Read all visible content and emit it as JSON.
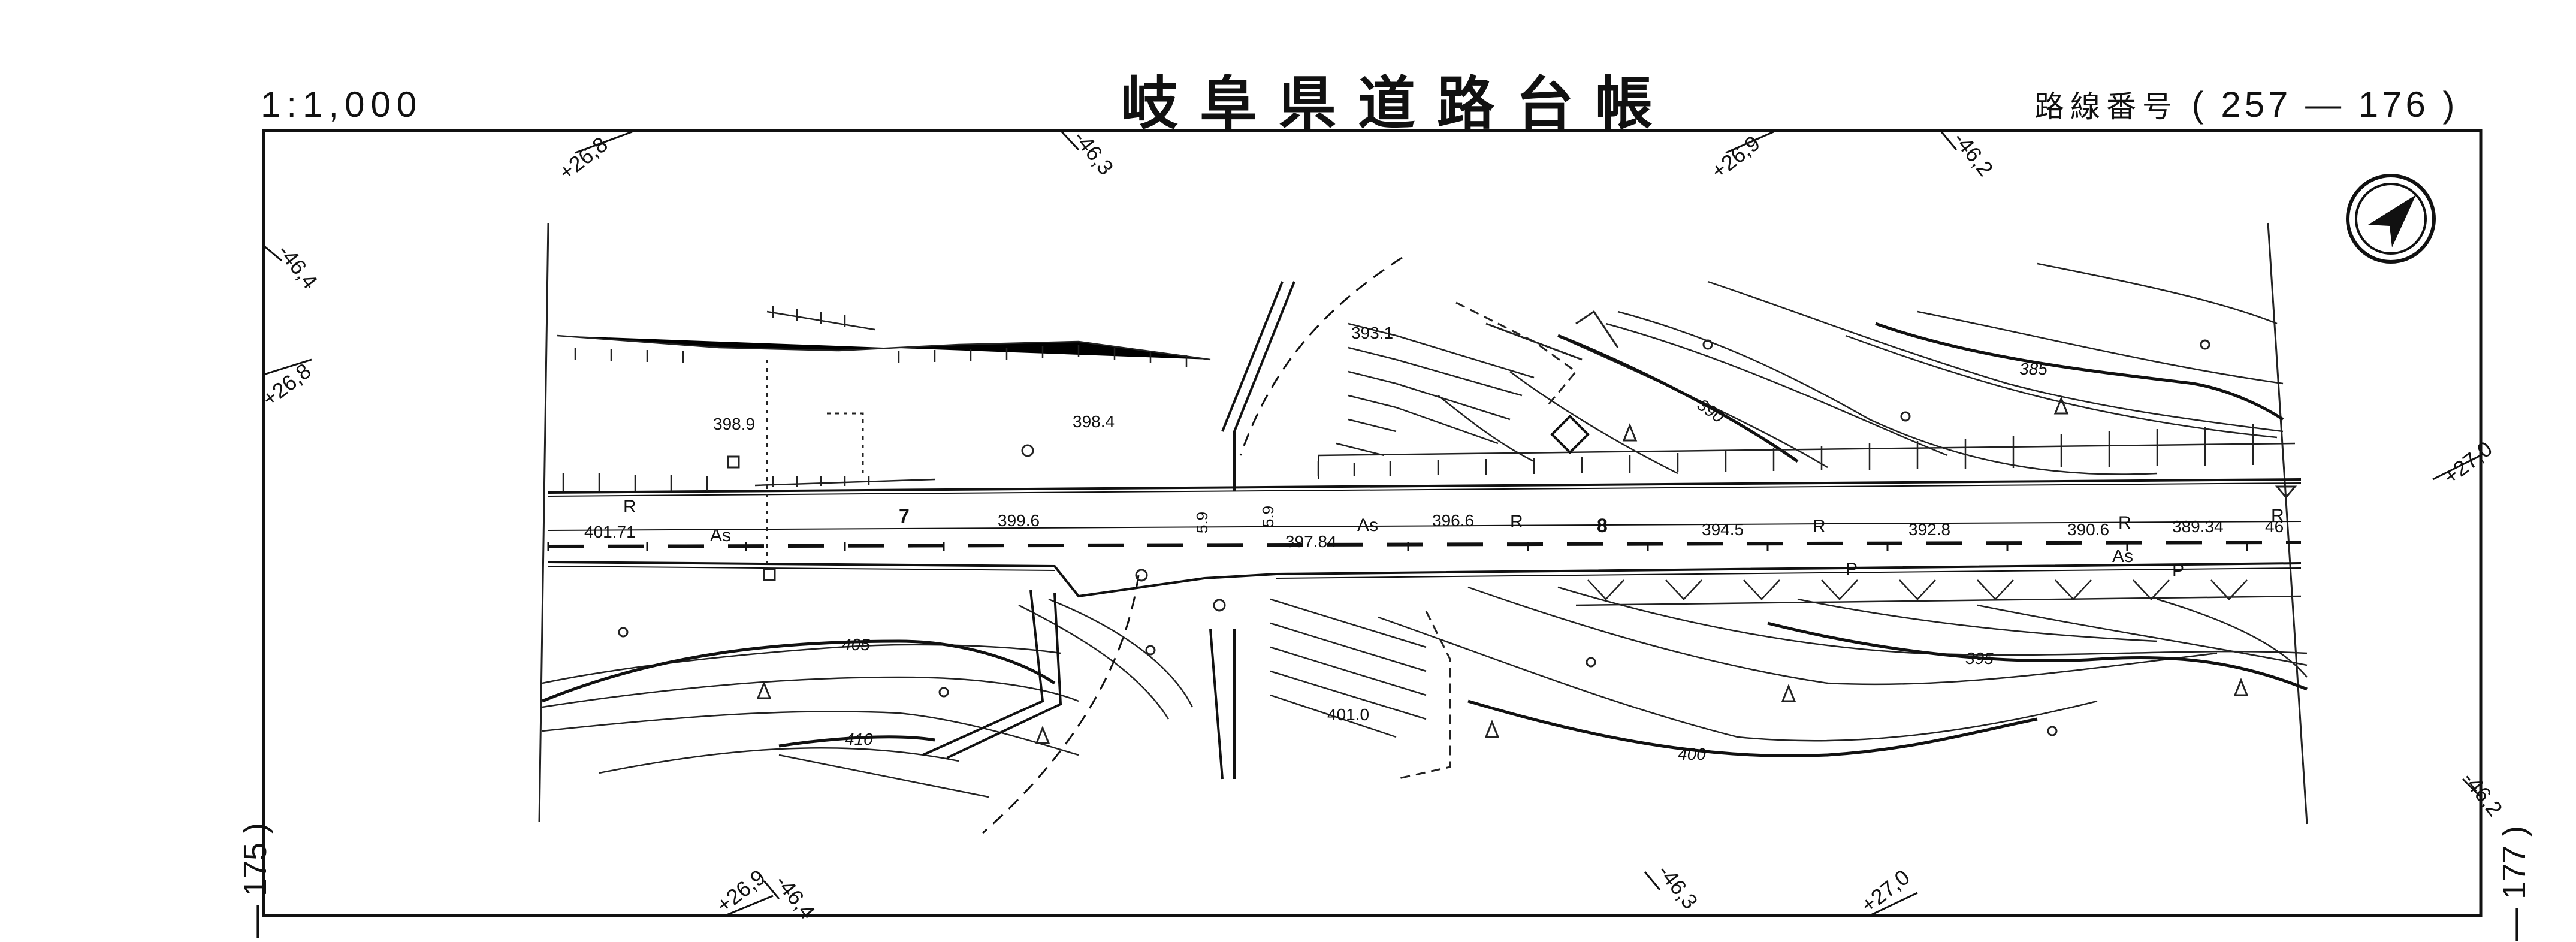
{
  "header": {
    "scale": "1:1,000",
    "title": "岐阜県道路台帳",
    "route_label": "路線番号",
    "route_value": "( 257 — 176 )"
  },
  "sheet_refs": {
    "left": "— 175 )",
    "right": "— 177 )"
  },
  "grid_ticks": {
    "t1": "+26,8",
    "t2": "-46,3",
    "t3": "+26,9",
    "t4": "-46,2",
    "t5": "-46,4",
    "t6": "+26,8",
    "t7": "+27,0",
    "t8": "+26,9",
    "t9": "-46,4",
    "t10": "-46,3",
    "t11": "+27,0",
    "t12": "-46,2"
  },
  "elevations": {
    "e1": "398.9",
    "e2": "398.4",
    "e3": "393.1",
    "e4": "401.71",
    "e5": "399.6",
    "e6": "397.84",
    "e7": "396.6",
    "e8": "394.5",
    "e9": "392.8",
    "e10": "390.6",
    "e11": "389.34",
    "e12": "46",
    "e13": "401.0"
  },
  "contours": {
    "c385": "385",
    "c390": "390",
    "c395": "395",
    "c400": "400",
    "c405": "405",
    "c410": "410"
  },
  "stations": {
    "s7": "7",
    "s8": "8"
  },
  "widths": {
    "w1": "5.9",
    "w2": "5.9"
  },
  "symbols": {
    "as1": "As",
    "as2": "As",
    "as3": "As",
    "r1": "R",
    "r2": "R",
    "r3": "R",
    "r4": "R",
    "r5": "R",
    "p1": "P",
    "p2": "P"
  },
  "icons": [
    "north-arrow-icon"
  ],
  "colors": {
    "ink": "#111111",
    "paper": "#ffffff"
  }
}
